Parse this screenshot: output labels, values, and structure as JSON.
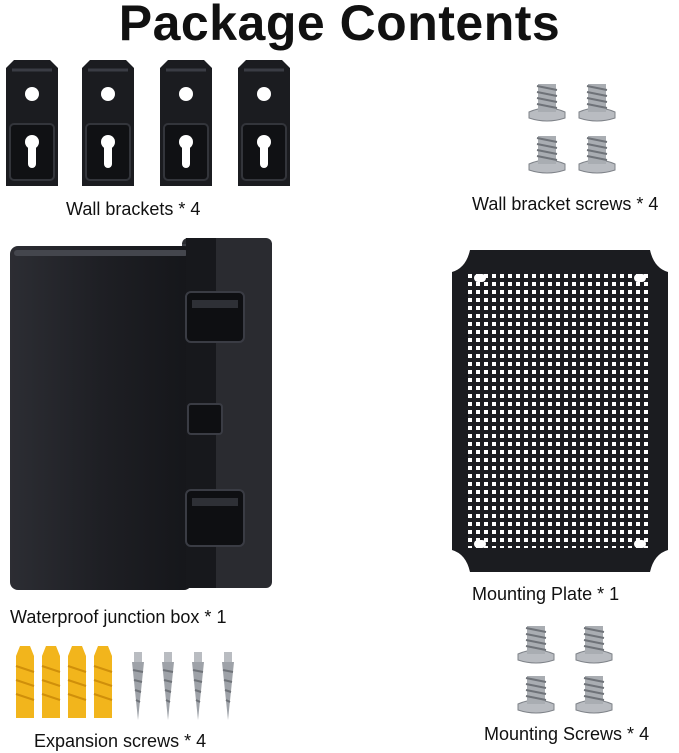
{
  "title": "Package Contents",
  "items": {
    "wall_brackets": {
      "label": "Wall brackets * 4",
      "count": 4
    },
    "wall_bracket_screws": {
      "label": "Wall bracket screws * 4",
      "count": 4
    },
    "junction_box": {
      "label": "Waterproof junction box * 1",
      "count": 1
    },
    "mounting_plate": {
      "label": "Mounting Plate * 1",
      "count": 1
    },
    "expansion_screws": {
      "label": "Expansion screws * 4",
      "count": 4
    },
    "mounting_screws": {
      "label": "Mounting Screws * 4",
      "count": 4
    }
  },
  "colors": {
    "plastic_black": "#1b1c20",
    "plastic_highlight": "#3a3c44",
    "anchor_yellow": "#f2b51c",
    "steel": "#b9bcc1",
    "steel_dark": "#7f8389"
  }
}
